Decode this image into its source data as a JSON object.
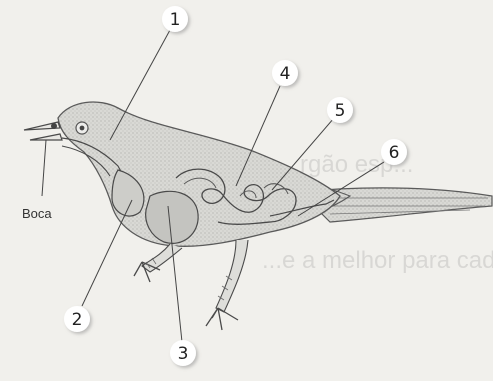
{
  "labels": {
    "mouth": "Boca"
  },
  "callouts": [
    {
      "number": "1"
    },
    {
      "number": "2"
    },
    {
      "number": "3"
    },
    {
      "number": "4"
    },
    {
      "number": "5"
    },
    {
      "number": "6"
    }
  ],
  "show_through_text": {
    "line1": "...rgão esp...",
    "line2": "...e a melhor para cada..."
  },
  "colors": {
    "background": "#f1f0ec",
    "body_fill": "#d6d6d2",
    "organ_fill": "#c7c7c3",
    "outline": "#5a5a5a",
    "callout_circle": "#ffffff"
  }
}
